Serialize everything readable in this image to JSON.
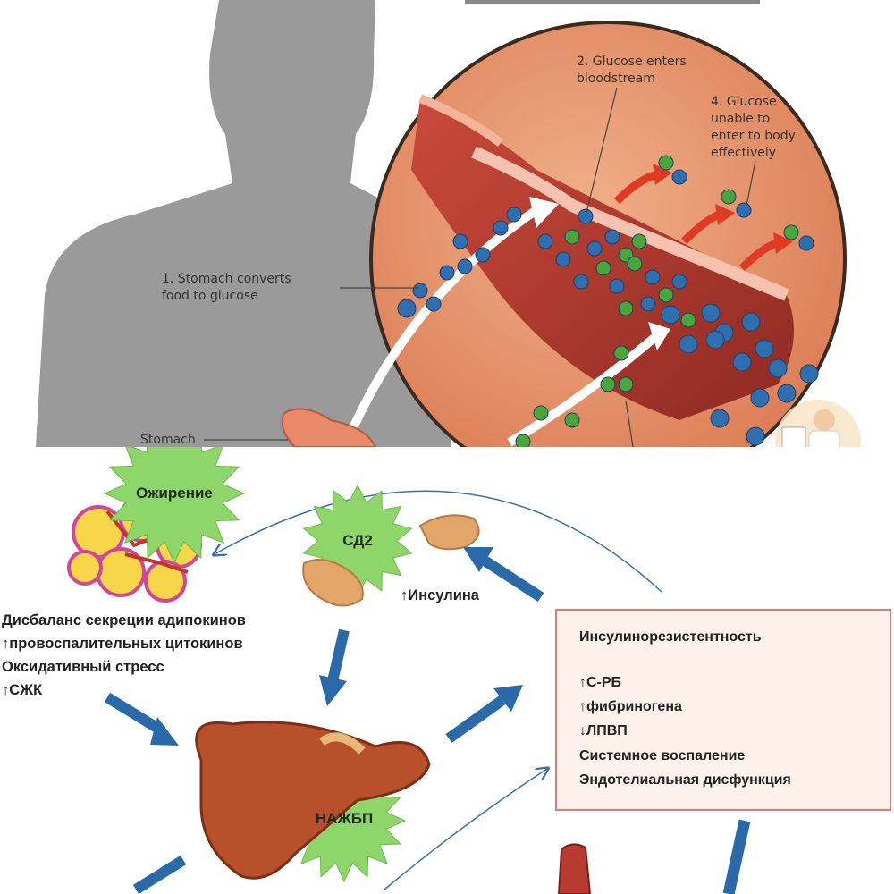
{
  "top_illustration": {
    "labels": {
      "step1": "1. Stomach converts\nfood to glucose",
      "step2": "2. Glucose enters\nbloodstream",
      "step4": "4. Glucose\nunable to\nenter to body\neffectively",
      "stomach": "Stomach"
    },
    "colors": {
      "silhouette": "#9a9a9a",
      "vessel": "#b43a2e",
      "tissue": "#e0906a",
      "glucose_blue": "#2f6fb0",
      "glucose_green": "#4aa53a",
      "arrow_red": "#e03a25"
    }
  },
  "diagram": {
    "badges": {
      "obesity": "Ожирение",
      "dm2": "СД2",
      "nafld": "НАЖБП"
    },
    "insulin_label": "↑Инсулина",
    "left_effects": [
      "Дисбаланс секреции адипокинов",
      "↑провоспалительных цитокинов",
      "Оксидативный стресс",
      "↑СЖК"
    ],
    "resistance_box": {
      "title": "Инсулинорезистентность",
      "items": [
        "↑С-РБ",
        "↑фибриногена",
        "↓ЛПВП",
        "Системное воспаление",
        "Эндотелиальная дисфункция"
      ]
    },
    "colors": {
      "badge_green": "#8fd66a",
      "arrow_blue": "#2a6aa8",
      "box_border": "#d97b7b",
      "box_fill": "#fdf1ec",
      "liver": "#b8502c",
      "fat_cell": "#f7d64a"
    }
  }
}
